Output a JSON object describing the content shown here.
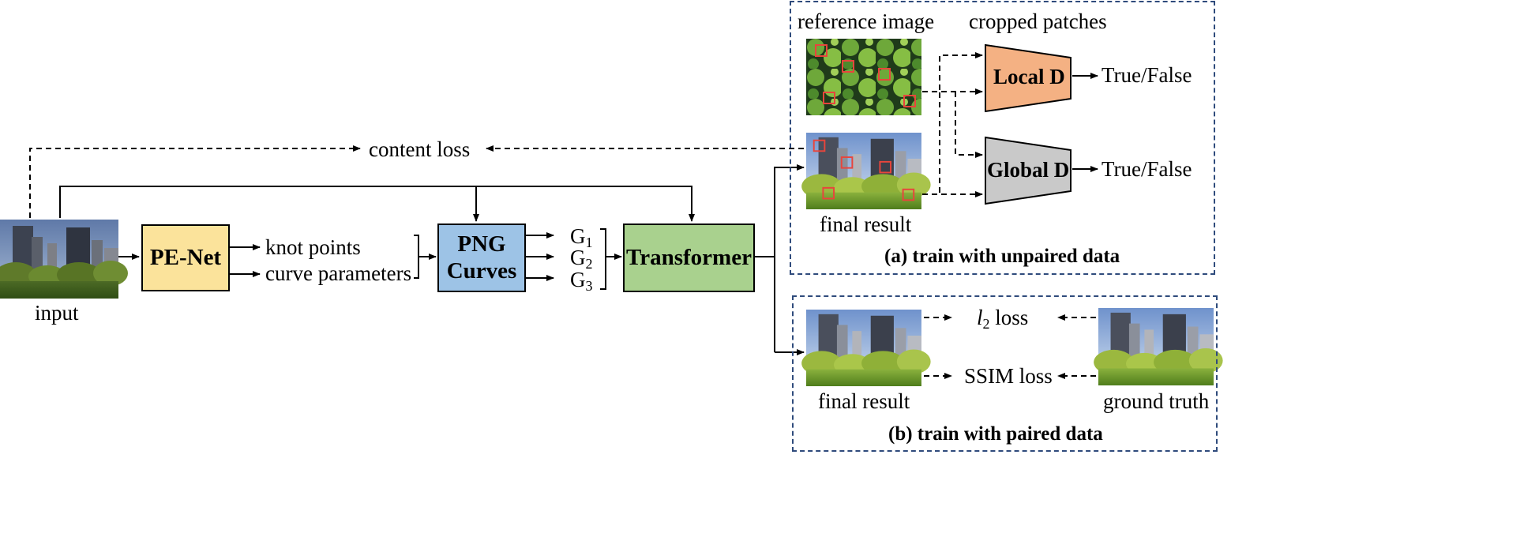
{
  "inputs": {
    "input_label": "input"
  },
  "blocks": {
    "pe_net": "PE-Net",
    "png_curves_line1": "PNG",
    "png_curves_line2": "Curves",
    "transformer": "Transformer",
    "local_d": "Local D",
    "global_d": "Global D"
  },
  "outputs": {
    "knot_points": "knot points",
    "curve_parameters": "curve parameters",
    "g_letter": "G",
    "g1_sub": "1",
    "g2_sub": "2",
    "g3_sub": "3"
  },
  "losses": {
    "content_loss": "content loss",
    "l2_symbol": "l",
    "l2_sub": "2",
    "l2_word": "loss",
    "ssim_loss": "SSIM loss"
  },
  "panel_unpaired": {
    "reference_image": "reference image",
    "cropped_patches": "cropped patches",
    "final_result": "final result",
    "true_false_local": "True/False",
    "true_false_global": "True/False",
    "caption": "(a) train with unpaired data"
  },
  "panel_paired": {
    "final_result": "final result",
    "ground_truth": "ground truth",
    "caption": "(b) train with paired data"
  },
  "colors": {
    "pe_net": "#fbe39b",
    "png_curves": "#9dc3e6",
    "transformer": "#a9d18e",
    "local_d": "#f4b183",
    "global_d": "#c9c9c9",
    "panel_border": "#2f4b7c",
    "patch_box": "#e8453c"
  }
}
